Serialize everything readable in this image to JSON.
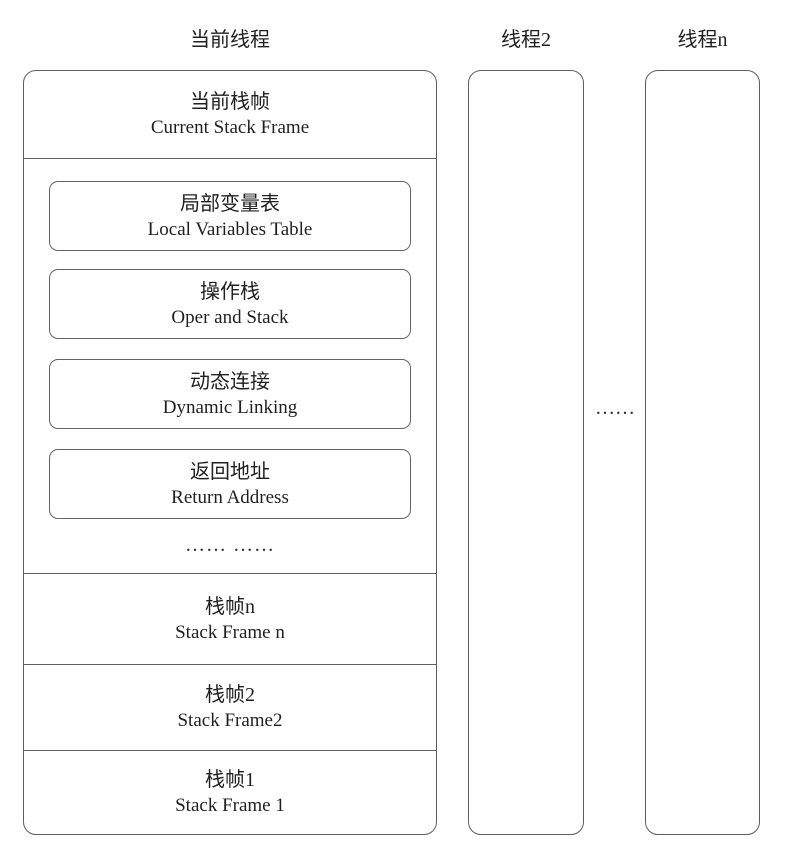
{
  "diagram": {
    "titles": {
      "current_thread": "当前线程",
      "thread_2": "线程2",
      "thread_n": "线程n"
    },
    "current_stack_frame": {
      "zh": "当前栈帧",
      "en": "Current Stack Frame"
    },
    "inner_boxes": [
      {
        "zh": "局部变量表",
        "en": "Local Variables Table"
      },
      {
        "zh": "操作栈",
        "en": "Oper and Stack"
      },
      {
        "zh": "动态连接",
        "en": "Dynamic Linking"
      },
      {
        "zh": "返回地址",
        "en": "Return Address"
      }
    ],
    "ellipsis_frames": "…… ……",
    "bottom_frames": [
      {
        "zh": "栈帧n",
        "en": "Stack Frame n"
      },
      {
        "zh": "栈帧2",
        "en": "Stack Frame2"
      },
      {
        "zh": "栈帧1",
        "en": "Stack Frame 1"
      }
    ],
    "ellipsis_threads": "……",
    "colors": {
      "border": "#5e5e5e",
      "text": "#1f1f1f",
      "background": "#ffffff"
    }
  }
}
